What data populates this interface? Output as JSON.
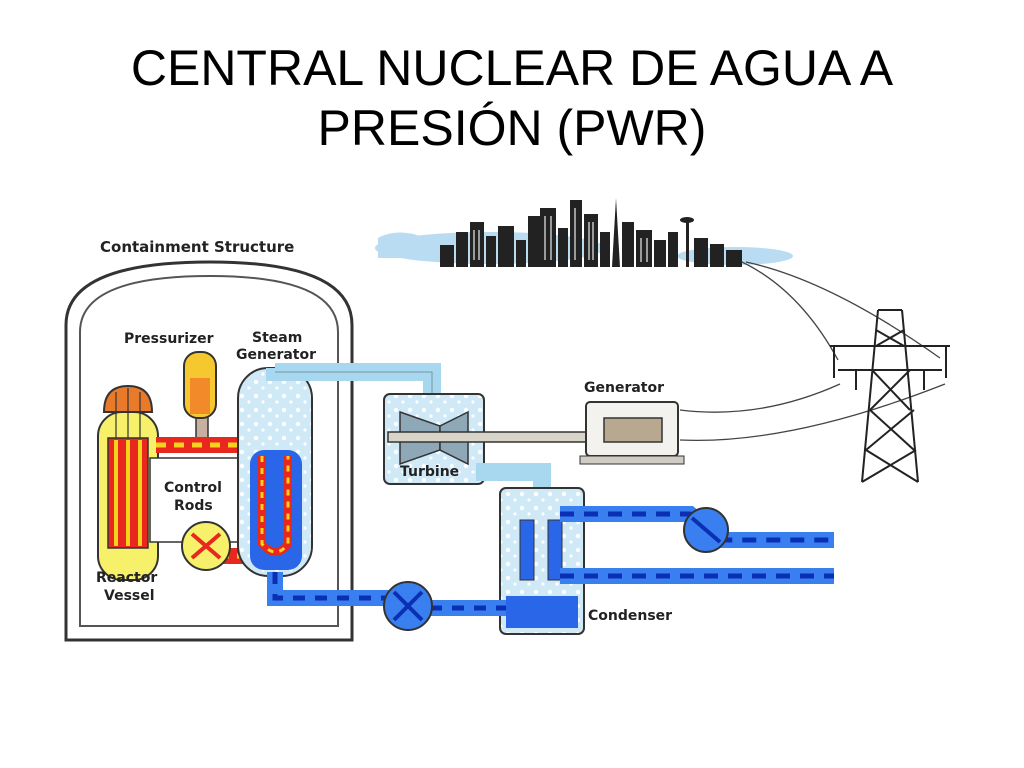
{
  "slide": {
    "title_line1": "CENTRAL NUCLEAR DE AGUA A",
    "title_line2": "PRESIÓN (PWR)"
  },
  "diagram": {
    "labels": {
      "containment": "Containment Structure",
      "pressurizer": "Pressurizer",
      "steam_gen_1": "Steam",
      "steam_gen_2": "Generator",
      "control_rods_1": "Control",
      "control_rods_2": "Rods",
      "reactor_vessel_1": "Reactor",
      "reactor_vessel_2": "Vessel",
      "generator": "Generator",
      "turbine": "Turbine",
      "condenser": "Condenser"
    },
    "colors": {
      "hot_loop": "#e8281e",
      "hot_dash": "#f5d21e",
      "cold_loop": "#2a66e8",
      "cold_dash": "#0a2fb4",
      "steam": "#a8d8f0",
      "vessel_yellow": "#f6f06a",
      "core_orange": "#e87a2a",
      "city": "#222222"
    },
    "icons": [
      "city-skyline-icon",
      "transmission-tower-icon",
      "pump-icon"
    ]
  }
}
